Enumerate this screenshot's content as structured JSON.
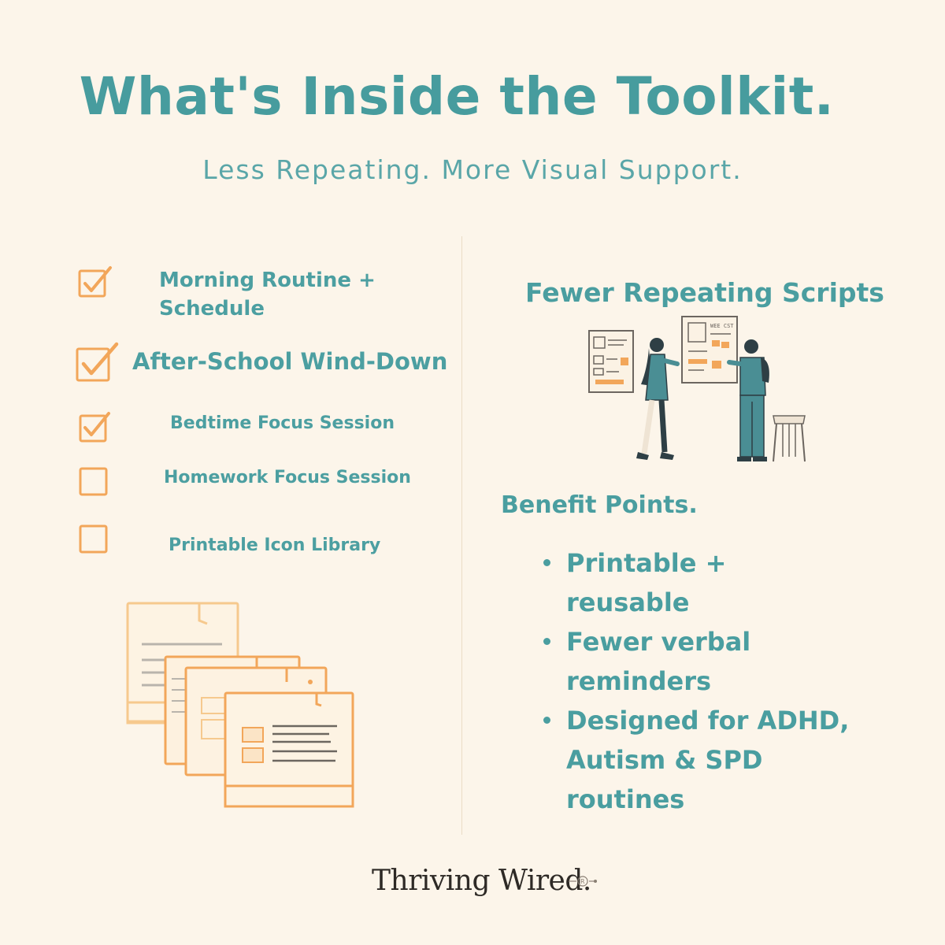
{
  "header": {
    "title": "What's Inside the Toolkit.",
    "subtitle": "Less Repeating. More Visual Support."
  },
  "checklist": [
    {
      "label_line1": "Morning Routine +",
      "label_line2": "Schedule",
      "checked": true
    },
    {
      "label": "After-School Wind-Down",
      "checked": true
    },
    {
      "label": "Bedtime Focus Session",
      "checked": true
    },
    {
      "label": "Homework Focus Session",
      "checked": false
    },
    {
      "label": "Printable Icon Library",
      "checked": false
    }
  ],
  "right": {
    "heading": "Fewer Repeating Scripts",
    "benefit_heading": "Benefit Points.",
    "benefits": [
      {
        "line1": "Printable + reusable"
      },
      {
        "line1": "Fewer verbal",
        "line2": "reminders"
      },
      {
        "line1": "Designed for ADHD,",
        "line2": "Autism & SPD",
        "line3": "routines"
      }
    ]
  },
  "footer": {
    "brand": "Thriving Wired."
  },
  "colors": {
    "background": "#fcf5ea",
    "teal": "#4a9ea0",
    "orange": "#f2a65a"
  },
  "icons": {
    "checkbox_checked": "checked-box-icon",
    "checkbox_empty": "empty-box-icon",
    "illustration_left": "worksheets-stack-icon",
    "illustration_right": "two-people-at-board-illustration",
    "footer_mark": "registered-mark-icon"
  }
}
